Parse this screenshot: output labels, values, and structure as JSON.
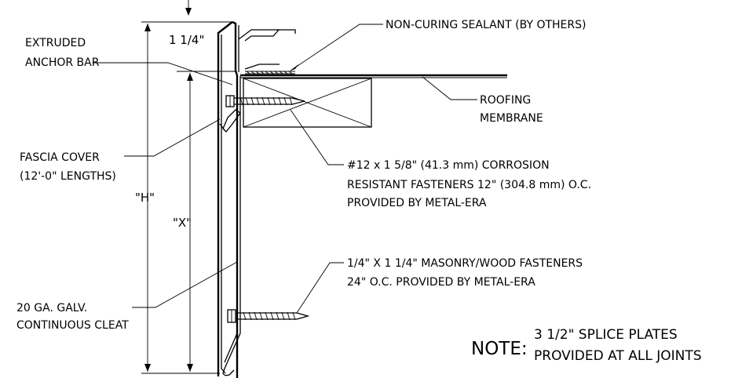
{
  "labels": {
    "sealant": "NON-CURING SEALANT (BY OTHERS)",
    "anchor_bar": [
      "EXTRUDED",
      "ANCHOR BAR"
    ],
    "roofing": [
      "ROOFING",
      "MEMBRANE"
    ],
    "fascia": [
      "FASCIA COVER",
      "(12'-0\" LENGTHS)"
    ],
    "fastener_12": [
      "#12 x 1 5/8\" (41.3 mm) CORROSION",
      "RESISTANT FASTENERS 12\" (304.8 mm) O.C.",
      "PROVIDED BY METAL-ERA"
    ],
    "masonry": [
      "1/4\" X 1 1/4\" MASONRY/WOOD  FASTENERS",
      "24\" O.C. PROVIDED BY METAL-ERA"
    ],
    "cleat": [
      "20 GA. GALV.",
      "CONTINUOUS CLEAT"
    ]
  },
  "dimensions": {
    "top": "1 1/4\"",
    "h": "\"H\"",
    "x": "\"X\""
  },
  "note": {
    "prefix": "NOTE:",
    "lines": [
      "3 1/2\" SPLICE PLATES",
      "PROVIDED AT ALL JOINTS"
    ]
  }
}
